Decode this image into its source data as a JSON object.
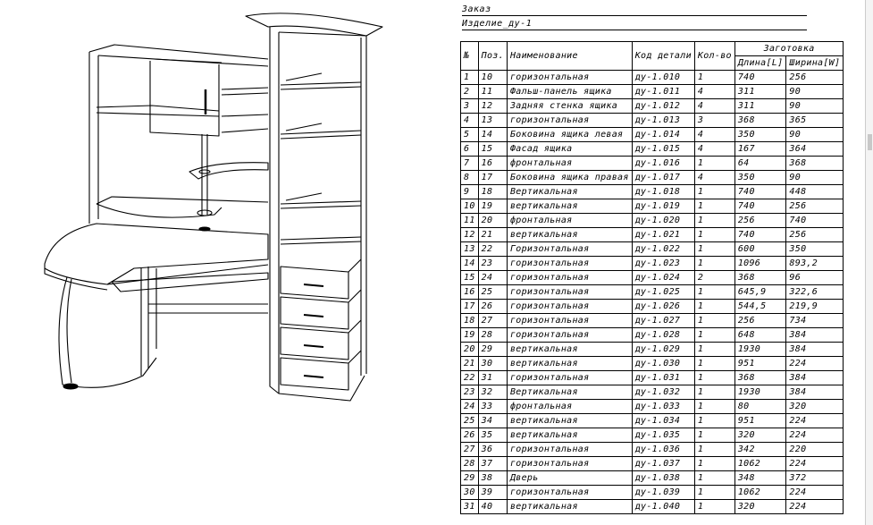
{
  "header": {
    "order_label": "Заказ",
    "item_label": "Изделие_ду-1"
  },
  "table": {
    "headers": {
      "num": "№",
      "pos": "Поз.",
      "name": "Наименование",
      "code": "Код детали",
      "qty": "Кол-во",
      "blank": "Заготовка",
      "length": "Длина[L]",
      "width": "Ширина[W]"
    },
    "rows": [
      [
        "1",
        "10",
        "горизонтальная",
        "ду-1.010",
        "1",
        "740",
        "256"
      ],
      [
        "2",
        "11",
        "Фальш-панель ящика",
        "ду-1.011",
        "4",
        "311",
        "90"
      ],
      [
        "3",
        "12",
        "Задняя стенка ящика",
        "ду-1.012",
        "4",
        "311",
        "90"
      ],
      [
        "4",
        "13",
        "горизонтальная",
        "ду-1.013",
        "3",
        "368",
        "365"
      ],
      [
        "5",
        "14",
        "Боковина ящика левая",
        "ду-1.014",
        "4",
        "350",
        "90"
      ],
      [
        "6",
        "15",
        "Фасад ящика",
        "ду-1.015",
        "4",
        "167",
        "364"
      ],
      [
        "7",
        "16",
        "фронтальная",
        "ду-1.016",
        "1",
        "64",
        "368"
      ],
      [
        "8",
        "17",
        "Боковина ящика правая",
        "ду-1.017",
        "4",
        "350",
        "90"
      ],
      [
        "9",
        "18",
        "Вертикальная",
        "ду-1.018",
        "1",
        "740",
        "448"
      ],
      [
        "10",
        "19",
        "вертикальная",
        "ду-1.019",
        "1",
        "740",
        "256"
      ],
      [
        "11",
        "20",
        "фронтальная",
        "ду-1.020",
        "1",
        "256",
        "740"
      ],
      [
        "12",
        "21",
        "вертикальная",
        "ду-1.021",
        "1",
        "740",
        "256"
      ],
      [
        "13",
        "22",
        "Горизонтальная",
        "ду-1.022",
        "1",
        "600",
        "350"
      ],
      [
        "14",
        "23",
        "горизонтальная",
        "ду-1.023",
        "1",
        "1096",
        "893,2"
      ],
      [
        "15",
        "24",
        "горизонтальная",
        "ду-1.024",
        "2",
        "368",
        "96"
      ],
      [
        "16",
        "25",
        "горизонтальная",
        "ду-1.025",
        "1",
        "645,9",
        "322,6"
      ],
      [
        "17",
        "26",
        "горизонтальная",
        "ду-1.026",
        "1",
        "544,5",
        "219,9"
      ],
      [
        "18",
        "27",
        "горизонтальная",
        "ду-1.027",
        "1",
        "256",
        "734"
      ],
      [
        "19",
        "28",
        "горизонтальная",
        "ду-1.028",
        "1",
        "648",
        "384"
      ],
      [
        "20",
        "29",
        "вертикальная",
        "ду-1.029",
        "1",
        "1930",
        "384"
      ],
      [
        "21",
        "30",
        "вертикальная",
        "ду-1.030",
        "1",
        "951",
        "224"
      ],
      [
        "22",
        "31",
        "горизонтальная",
        "ду-1.031",
        "1",
        "368",
        "384"
      ],
      [
        "23",
        "32",
        "Вертикальная",
        "ду-1.032",
        "1",
        "1930",
        "384"
      ],
      [
        "24",
        "33",
        "фронтальная",
        "ду-1.033",
        "1",
        "80",
        "320"
      ],
      [
        "25",
        "34",
        "вертикальная",
        "ду-1.034",
        "1",
        "951",
        "224"
      ],
      [
        "26",
        "35",
        "вертикальная",
        "ду-1.035",
        "1",
        "320",
        "224"
      ],
      [
        "27",
        "36",
        "горизонтальная",
        "ду-1.036",
        "1",
        "342",
        "220"
      ],
      [
        "28",
        "37",
        "горизонтальная",
        "ду-1.037",
        "1",
        "1062",
        "224"
      ],
      [
        "29",
        "38",
        "Дверь",
        "ду-1.038",
        "1",
        "348",
        "372"
      ],
      [
        "30",
        "39",
        "горизонтальная",
        "ду-1.039",
        "1",
        "1062",
        "224"
      ],
      [
        "31",
        "40",
        "вертикальная",
        "ду-1.040",
        "1",
        "320",
        "224"
      ]
    ]
  }
}
